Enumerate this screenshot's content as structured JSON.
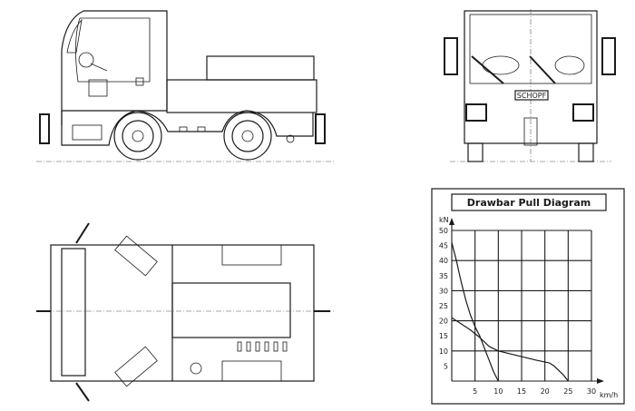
{
  "diagram": {
    "views": [
      "side-view",
      "front-view",
      "top-view",
      "drawbar-pull-diagram"
    ],
    "front_plate": "SCHOPF"
  },
  "chart_data": {
    "type": "line",
    "title": "Drawbar Pull Diagram",
    "xlabel": "km/h",
    "ylabel": "kN",
    "xlim": [
      0,
      30
    ],
    "ylim": [
      0,
      50
    ],
    "xticks": [
      5,
      10,
      15,
      20,
      25,
      30
    ],
    "yticks": [
      5,
      10,
      15,
      20,
      25,
      30,
      35,
      40,
      45,
      50
    ],
    "grid": true,
    "series": [
      {
        "x": [
          0,
          1,
          2,
          3,
          4,
          5,
          6,
          7,
          8,
          9,
          10
        ],
        "y": [
          46,
          40,
          33,
          27,
          22,
          18,
          15,
          11,
          7,
          3,
          0
        ]
      },
      {
        "x": [
          0,
          2,
          4,
          6,
          7,
          8,
          10,
          14,
          18,
          21,
          22,
          23,
          24,
          25
        ],
        "y": [
          21,
          19,
          17,
          14.5,
          13,
          11.5,
          10,
          8.5,
          7,
          6,
          5,
          3.5,
          2,
          0
        ]
      }
    ]
  }
}
